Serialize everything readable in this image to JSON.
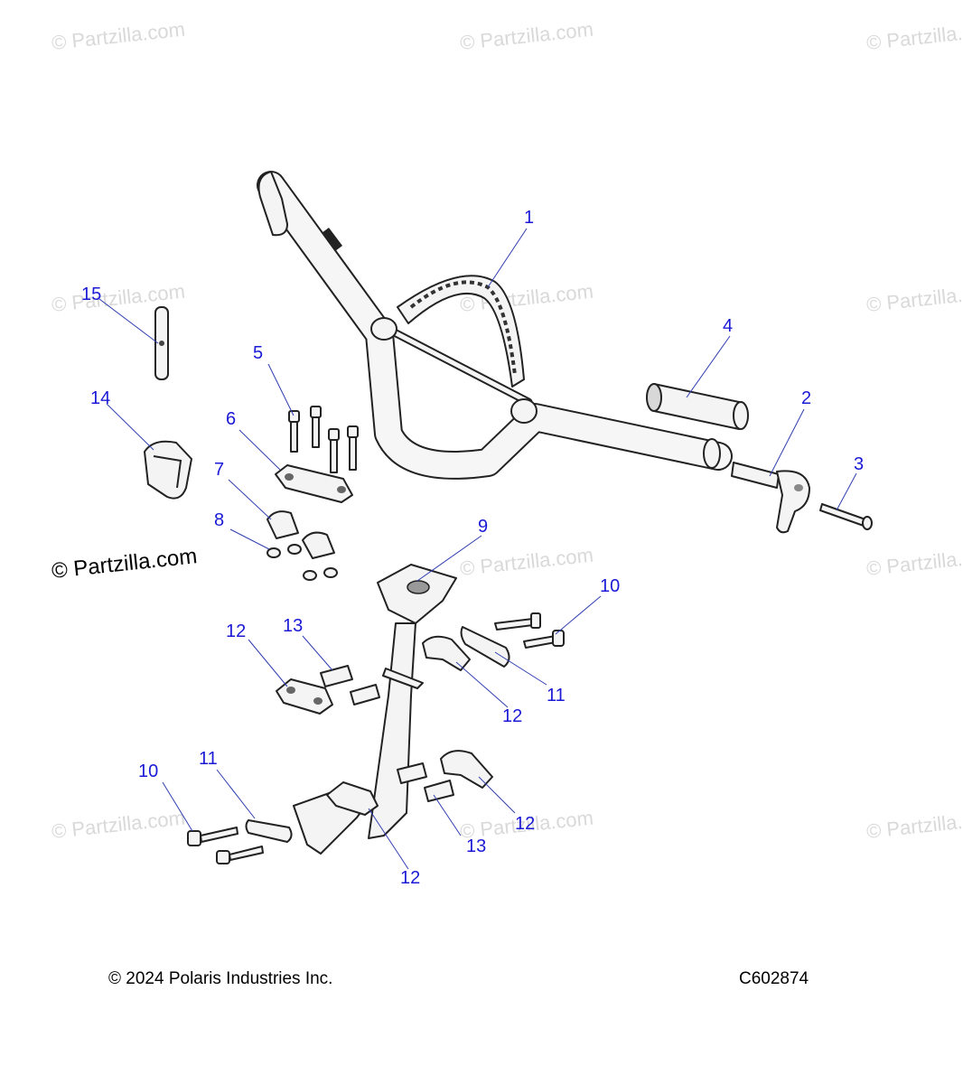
{
  "watermark": "© Partzilla.com",
  "copyright": "© 2024 Polaris Industries Inc.",
  "diagram_code": "C602874",
  "callouts": {
    "c1": "1",
    "c2": "2",
    "c3": "3",
    "c4": "4",
    "c5": "5",
    "c6": "6",
    "c7": "7",
    "c8": "8",
    "c9": "9",
    "c10a": "10",
    "c10b": "10",
    "c11a": "11",
    "c11b": "11",
    "c12a": "12",
    "c12b": "12",
    "c12c": "12",
    "c12d": "12",
    "c13a": "13",
    "c13b": "13",
    "c14": "14",
    "c15": "15"
  },
  "colors": {
    "callout": "#1a1ad6",
    "leader": "#2f3fb0",
    "watermark": "#d9d9d9"
  }
}
